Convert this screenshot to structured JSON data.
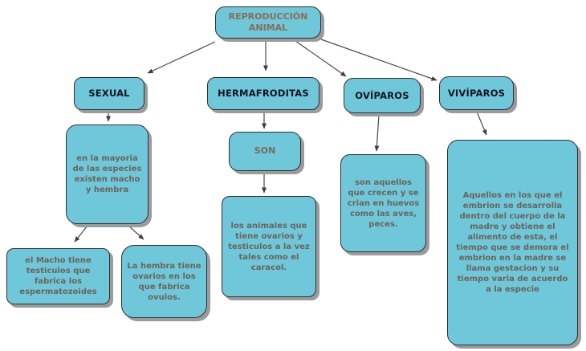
{
  "diagram": {
    "title": "REPRODUCCIÓN ANIMAL",
    "type": "concept-map",
    "colors": {
      "node_fill": "#6fc7da",
      "node_border": "#2f2f38",
      "node_shadow": "#9b9b9b",
      "title_text": "#8a6c55",
      "heading_text": "#14141e",
      "body_text": "#6d6359",
      "arrow": "#3d3d3d",
      "background": "#ffffff"
    },
    "nodes": {
      "root": {
        "label": "REPRODUCCIÓN ANIMAL"
      },
      "sexual": {
        "label": "SEXUAL"
      },
      "hermafroditas": {
        "label": "HERMAFRODITAS"
      },
      "oviparos": {
        "label": "OVÍPAROS"
      },
      "viviparos": {
        "label": "VIVÍPAROS"
      },
      "mayoria": {
        "label": "en la mayoria de las especies existen macho y hembra"
      },
      "son": {
        "label": "SON"
      },
      "animales": {
        "label": "los animales que tiene ovarios y testiculos a la vez tales como el caracol."
      },
      "huevos": {
        "label": "son aquellos que crecen y se crian en huevos como las aves, peces."
      },
      "embrion": {
        "label": "Aquellos en los que el embrion se desarrolla dentro del cuerpo de la madre y obtiene el alimento de esta, el tiempo que se demora el embrion en la madre se llama gestacion y su tiempo varia de acuerdo a la especie"
      },
      "macho": {
        "label": "el Macho tiene testiculos que fabrica los espermatozoides"
      },
      "hembra": {
        "label": "La hembra tiene ovarios en los que fabrica ovulos."
      }
    },
    "edges": [
      {
        "from": "root",
        "to": "sexual"
      },
      {
        "from": "root",
        "to": "hermafroditas"
      },
      {
        "from": "root",
        "to": "oviparos"
      },
      {
        "from": "root",
        "to": "viviparos"
      },
      {
        "from": "sexual",
        "to": "mayoria"
      },
      {
        "from": "mayoria",
        "to": "macho"
      },
      {
        "from": "mayoria",
        "to": "hembra"
      },
      {
        "from": "hermafroditas",
        "to": "son"
      },
      {
        "from": "son",
        "to": "animales"
      },
      {
        "from": "oviparos",
        "to": "huevos"
      },
      {
        "from": "viviparos",
        "to": "embrion"
      }
    ]
  }
}
